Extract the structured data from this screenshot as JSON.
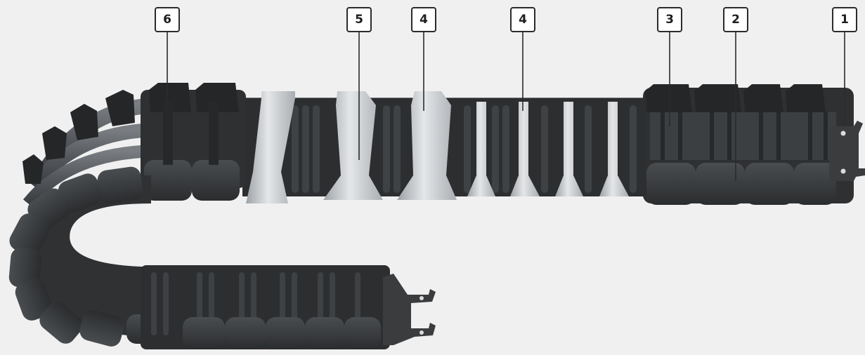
{
  "callouts": [
    {
      "id": "c6",
      "label": "6"
    },
    {
      "id": "c5",
      "label": "5"
    },
    {
      "id": "c4a",
      "label": "4"
    },
    {
      "id": "c4b",
      "label": "4"
    },
    {
      "id": "c3",
      "label": "3"
    },
    {
      "id": "c2",
      "label": "2"
    },
    {
      "id": "c1",
      "label": "1"
    }
  ],
  "colors": {
    "background": "#f0f0f0",
    "chain_dark": "#2f3133",
    "chain_mid": "#45484b",
    "chain_light": "#5c6064",
    "cable": "#55595d",
    "separator_metal": "#c4c7ca",
    "bracket": "#3a3c3e",
    "leader_line": "#2b2b2b"
  }
}
